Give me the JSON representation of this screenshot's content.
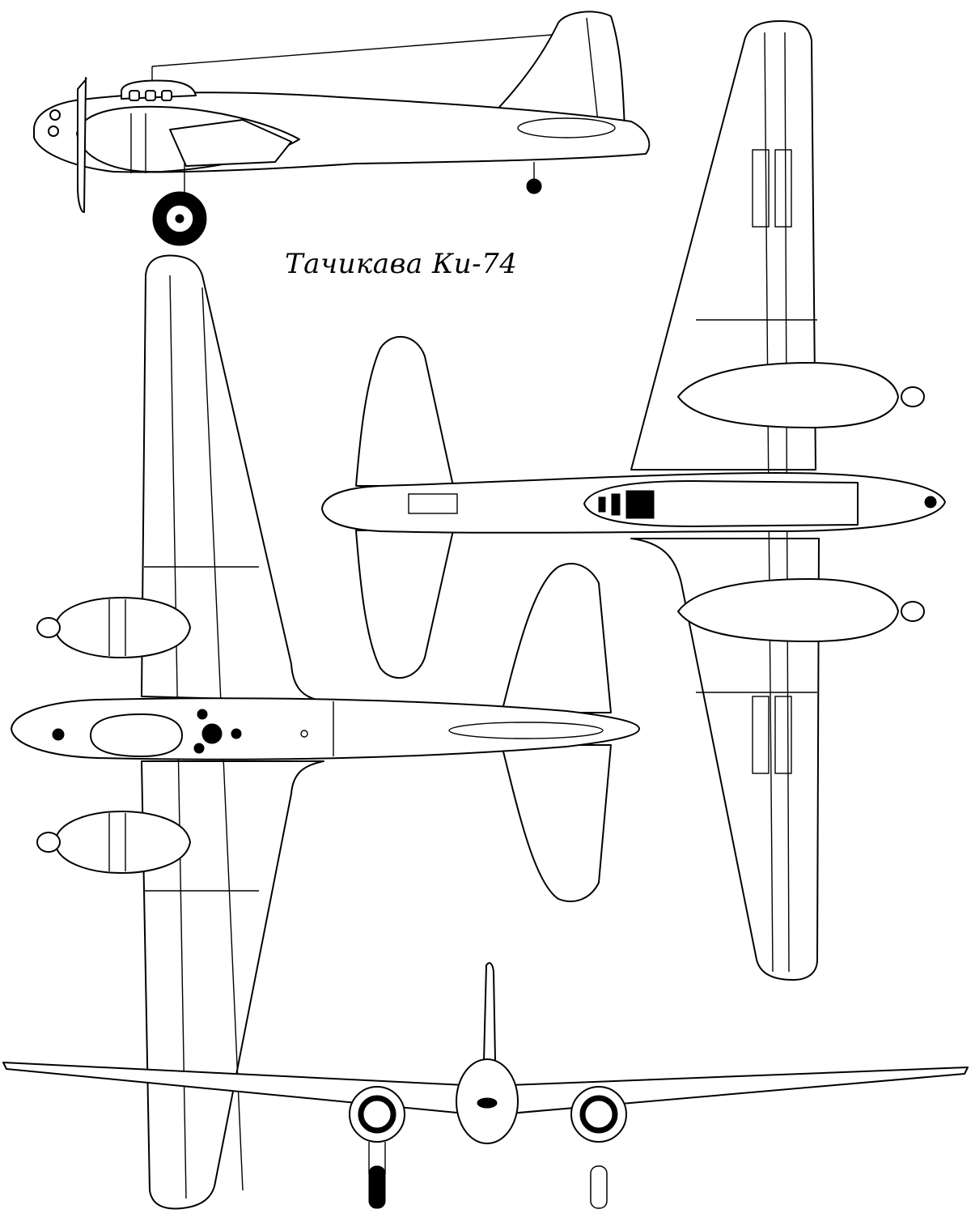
{
  "title": "Тачикава Ки-74",
  "colors": {
    "line": "#000000",
    "paper": "#ffffff"
  },
  "views": [
    "side-view",
    "top-view",
    "bottom-view",
    "front-view"
  ]
}
